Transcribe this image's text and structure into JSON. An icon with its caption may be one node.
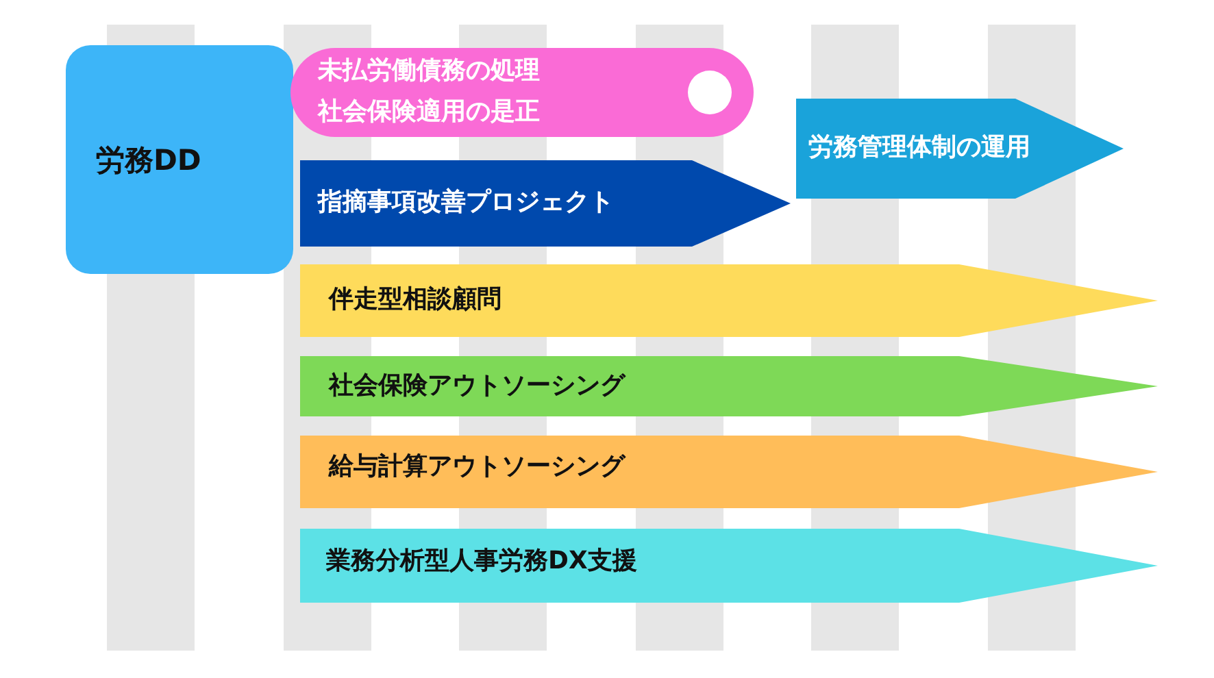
{
  "diagram": {
    "nodes": [
      {
        "text": [
          "労務DD"
        ]
      },
      {
        "text": [
          "未払労働債務の処理",
          "社会保険適用の是正"
        ]
      },
      {
        "text": [
          "指摘事項改善プロジェクト"
        ]
      },
      {
        "text": [
          "労務管理体制の運用"
        ]
      },
      {
        "text": [
          "伴走型相談顧問"
        ]
      },
      {
        "text": [
          "社会保険アウトソーシング"
        ]
      },
      {
        "text": [
          "給与計算アウトソーシング"
        ]
      },
      {
        "text": [
          "業務分析型人事労務DX支援"
        ]
      }
    ]
  }
}
